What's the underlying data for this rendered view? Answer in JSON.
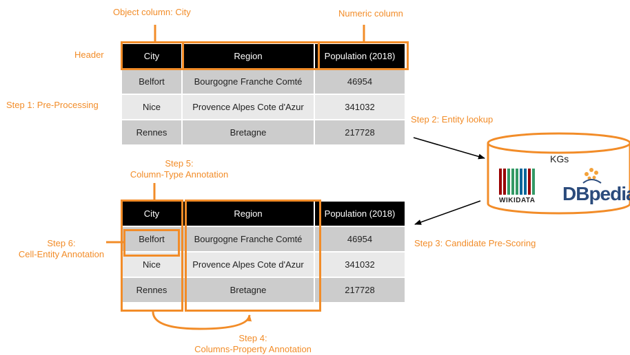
{
  "labels": {
    "object_column": "Object column: City",
    "numeric_column": "Numeric column",
    "header": "Header",
    "step1": "Step 1: Pre-Processing",
    "step2": "Step 2: Entity lookup",
    "step3": "Step 3: Candidate Pre-Scoring",
    "step4_line1": "Step 4:",
    "step4_line2": "Columns-Property Annotation",
    "step5_line1": "Step 5:",
    "step5_line2": "Column-Type Annotation",
    "step6_line1": "Step 6:",
    "step6_line2": "Cell-Entity Annotation"
  },
  "table": {
    "headers": [
      "City",
      "Region",
      "Population (2018)"
    ],
    "rows": [
      [
        "Belfort",
        "Bourgogne Franche Comté",
        "46954"
      ],
      [
        "Nice",
        "Provence Alpes Cote d'Azur",
        "341032"
      ],
      [
        "Rennes",
        "Bretagne",
        "217728"
      ]
    ]
  },
  "kg": {
    "title": "KGs",
    "wikidata": "WIKIDATA",
    "dbpedia": "DBpedia"
  },
  "colors": {
    "accent": "#f28c28",
    "header_bg": "#000000",
    "row_dark": "#cccccc",
    "row_light": "#e9e9e9",
    "wikidata_bars": [
      "#990000",
      "#990000",
      "#339966",
      "#339966",
      "#339966",
      "#006699",
      "#006699",
      "#990000",
      "#339966"
    ]
  }
}
